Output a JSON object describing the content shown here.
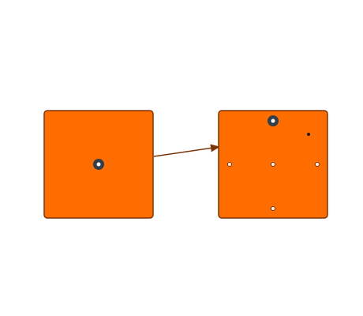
{
  "diagram": {
    "colors": {
      "node_fill": "#ff6d00",
      "node_stroke": "#7a3408",
      "edge": "#7a3408",
      "port_dark": "#2f3f4c",
      "port_light": "#ffffff"
    },
    "nodes": [
      {
        "id": "node-left",
        "icon": "square-node",
        "ports": [
          "center-port"
        ]
      },
      {
        "id": "node-right",
        "icon": "square-node",
        "ports": [
          "top-port",
          "top-right-port",
          "left-port",
          "center-port",
          "right-port",
          "bottom-port"
        ]
      }
    ],
    "edges": [
      {
        "from": "node-left",
        "to": "node-right",
        "directed": true
      }
    ]
  }
}
